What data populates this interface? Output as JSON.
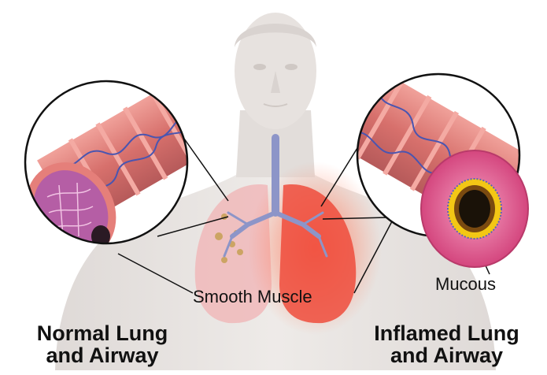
{
  "labels": {
    "smooth_muscle": "Smooth Muscle",
    "mucous": "Mucous",
    "normal_title_line1": "Normal Lung",
    "normal_title_line2": "and Airway",
    "inflamed_title_line1": "Inflamed Lung",
    "inflamed_title_line2": "and Airway"
  },
  "colors": {
    "skin": "#e7e2df",
    "skin_shadow": "#d5cfcc",
    "normal_lung": "#f0b9ba",
    "inflamed_lung": "#ef4c3c",
    "inflamed_glow": "#ff6b52",
    "airway_outer": "#e7877f",
    "airway_wall": "#d46c67",
    "vessel": "#4a55b0",
    "lumen_normal": "#b55ea5",
    "inflamed_cross_section": "#e25a8f",
    "mucous": "#f3c715",
    "callout_line": "#111111"
  },
  "icons": [
    "human-torso-figure",
    "normal-airway-tube",
    "inflamed-airway-tube"
  ]
}
